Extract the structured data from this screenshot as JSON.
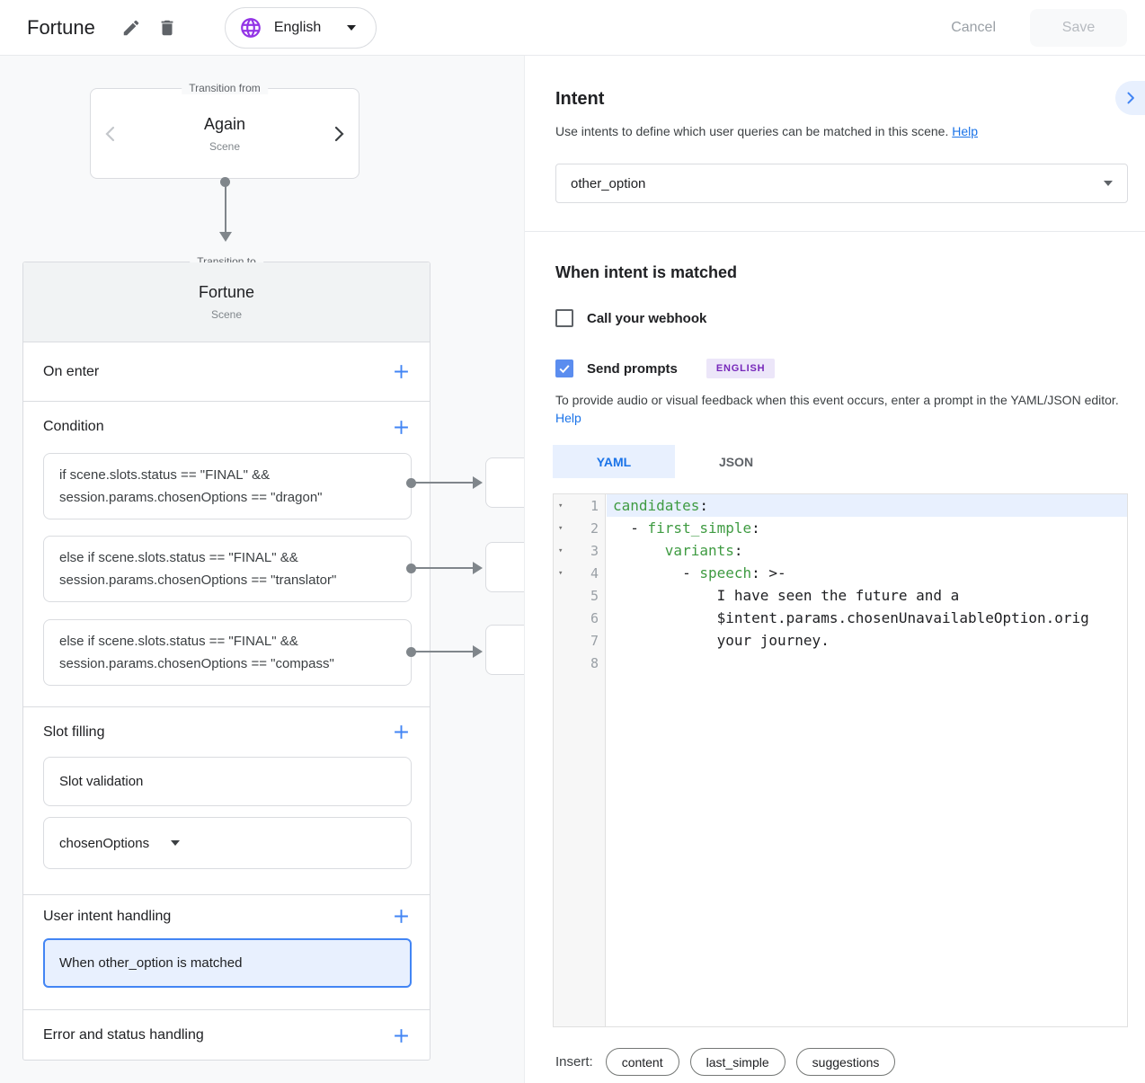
{
  "header": {
    "title": "Fortune",
    "language": "English",
    "cancel_label": "Cancel",
    "save_label": "Save"
  },
  "canvas": {
    "transition_from": {
      "legend": "Transition from",
      "title": "Again",
      "subtitle": "Scene"
    },
    "transition_to": {
      "legend": "Transition to",
      "title": "Fortune",
      "subtitle": "Scene"
    },
    "sections": {
      "on_enter": "On enter",
      "condition": "Condition",
      "slot_filling": "Slot filling",
      "user_intent_handling": "User intent handling",
      "error_status_handling": "Error and status handling"
    },
    "conditions": [
      {
        "line1": "if scene.slots.status == \"FINAL\" &&",
        "line2": "session.params.chosenOptions == \"dragon\""
      },
      {
        "line1": "else if scene.slots.status == \"FINAL\" &&",
        "line2": "session.params.chosenOptions == \"translator\""
      },
      {
        "line1": "else if scene.slots.status == \"FINAL\" &&",
        "line2": "session.params.chosenOptions == \"compass\""
      }
    ],
    "slot_validation_label": "Slot validation",
    "slot_name": "chosenOptions",
    "intent_card_label": "When other_option is matched"
  },
  "panel": {
    "title": "Intent",
    "description": "Use intents to define which user queries can be matched in this scene.",
    "help_label": "Help",
    "intent_select_value": "other_option",
    "matched": {
      "title": "When intent is matched",
      "webhook_label": "Call your webhook",
      "prompts_label": "Send prompts",
      "language_badge": "ENGLISH",
      "description": "To provide audio or visual feedback when this event occurs, enter a prompt in the YAML/JSON editor.",
      "help_label": "Help"
    },
    "editor": {
      "tabs": [
        "YAML",
        "JSON"
      ],
      "active_tab": "YAML",
      "lines": [
        {
          "num": 1,
          "fold": true,
          "highlight": true,
          "segments": [
            {
              "text": "candidates",
              "type": "key"
            },
            {
              "text": ":",
              "type": "plain"
            }
          ]
        },
        {
          "num": 2,
          "fold": true,
          "segments": [
            {
              "text": "  - ",
              "type": "plain"
            },
            {
              "text": "first_simple",
              "type": "key"
            },
            {
              "text": ":",
              "type": "plain"
            }
          ]
        },
        {
          "num": 3,
          "fold": true,
          "segments": [
            {
              "text": "      ",
              "type": "plain"
            },
            {
              "text": "variants",
              "type": "key"
            },
            {
              "text": ":",
              "type": "plain"
            }
          ]
        },
        {
          "num": 4,
          "fold": true,
          "segments": [
            {
              "text": "        - ",
              "type": "plain"
            },
            {
              "text": "speech",
              "type": "key"
            },
            {
              "text": ": >-",
              "type": "plain"
            }
          ]
        },
        {
          "num": 5,
          "segments": [
            {
              "text": "            I have seen the future and a",
              "type": "plain"
            }
          ]
        },
        {
          "num": 6,
          "segments": [
            {
              "text": "            $intent.params.chosenUnavailableOption.orig",
              "type": "plain"
            }
          ]
        },
        {
          "num": 7,
          "segments": [
            {
              "text": "            your journey.",
              "type": "plain"
            }
          ]
        },
        {
          "num": 8,
          "segments": []
        }
      ]
    },
    "insert": {
      "label": "Insert:",
      "chips": [
        "content",
        "last_simple",
        "suggestions"
      ]
    }
  },
  "icons": {
    "pencil-icon": "edit pencil",
    "trash-icon": "delete trash can",
    "globe-icon": "language globe",
    "caret-down-icon": "dropdown caret",
    "chevron-left-icon": "previous",
    "chevron-right-icon": "next",
    "plus-icon": "add",
    "check-icon": "checkmark",
    "fold-arrow-icon": "code fold triangle"
  },
  "colors": {
    "accent_blue": "#1a73e8",
    "plus_blue": "#4285f4",
    "checkbox_checked": "#5b8def",
    "selected_card_bg": "#e8f0fe",
    "purple": "#9334e6",
    "badge_text": "#7627ba",
    "badge_bg": "#ece6f9",
    "code_key_green": "#3f9b42",
    "panel_bg": "#f8f9fa",
    "border_grey": "#dadce0",
    "connector_grey": "#80868b"
  }
}
